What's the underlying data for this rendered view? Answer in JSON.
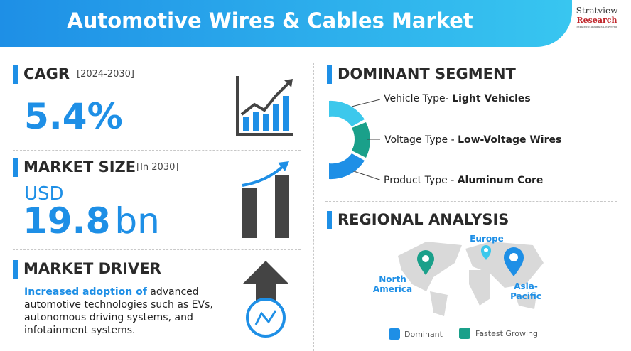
{
  "header": {
    "title": "Automotive Wires & Cables Market"
  },
  "logo": {
    "name": "Stratview",
    "sub": "Research",
    "tagline": "Strategic Insights Delivered"
  },
  "cagr": {
    "label": "CAGR",
    "period": "[2024-2030]",
    "value": "5.4%"
  },
  "market_size": {
    "label": "MARKET SIZE",
    "period": "[In 2030]",
    "currency": "USD",
    "value": "19.8",
    "unit": "bn"
  },
  "market_driver": {
    "label": "MARKET DRIVER",
    "highlight": "Increased adoption of",
    "text": " advanced automotive technologies such as EVs, autonomous driving systems, and infotainment systems."
  },
  "dominant_segment": {
    "label": "DOMINANT SEGMENT",
    "items": [
      {
        "prefix": "Vehicle Type- ",
        "value": "Light Vehicles",
        "color": "#3cc8ec"
      },
      {
        "prefix": "Voltage Type - ",
        "value": "Low-Voltage Wires",
        "color": "#1aa08a"
      },
      {
        "prefix": "Product Type - ",
        "value": "Aluminum Core",
        "color": "#1e8fe6"
      }
    ]
  },
  "regional": {
    "label": "REGIONAL ANALYSIS",
    "regions": [
      "North America",
      "Europe",
      "Asia-Pacific"
    ],
    "legend": [
      {
        "label": "Dominant",
        "color": "#1e8fe6"
      },
      {
        "label": "Fastest Growing",
        "color": "#1aa08a"
      }
    ]
  }
}
